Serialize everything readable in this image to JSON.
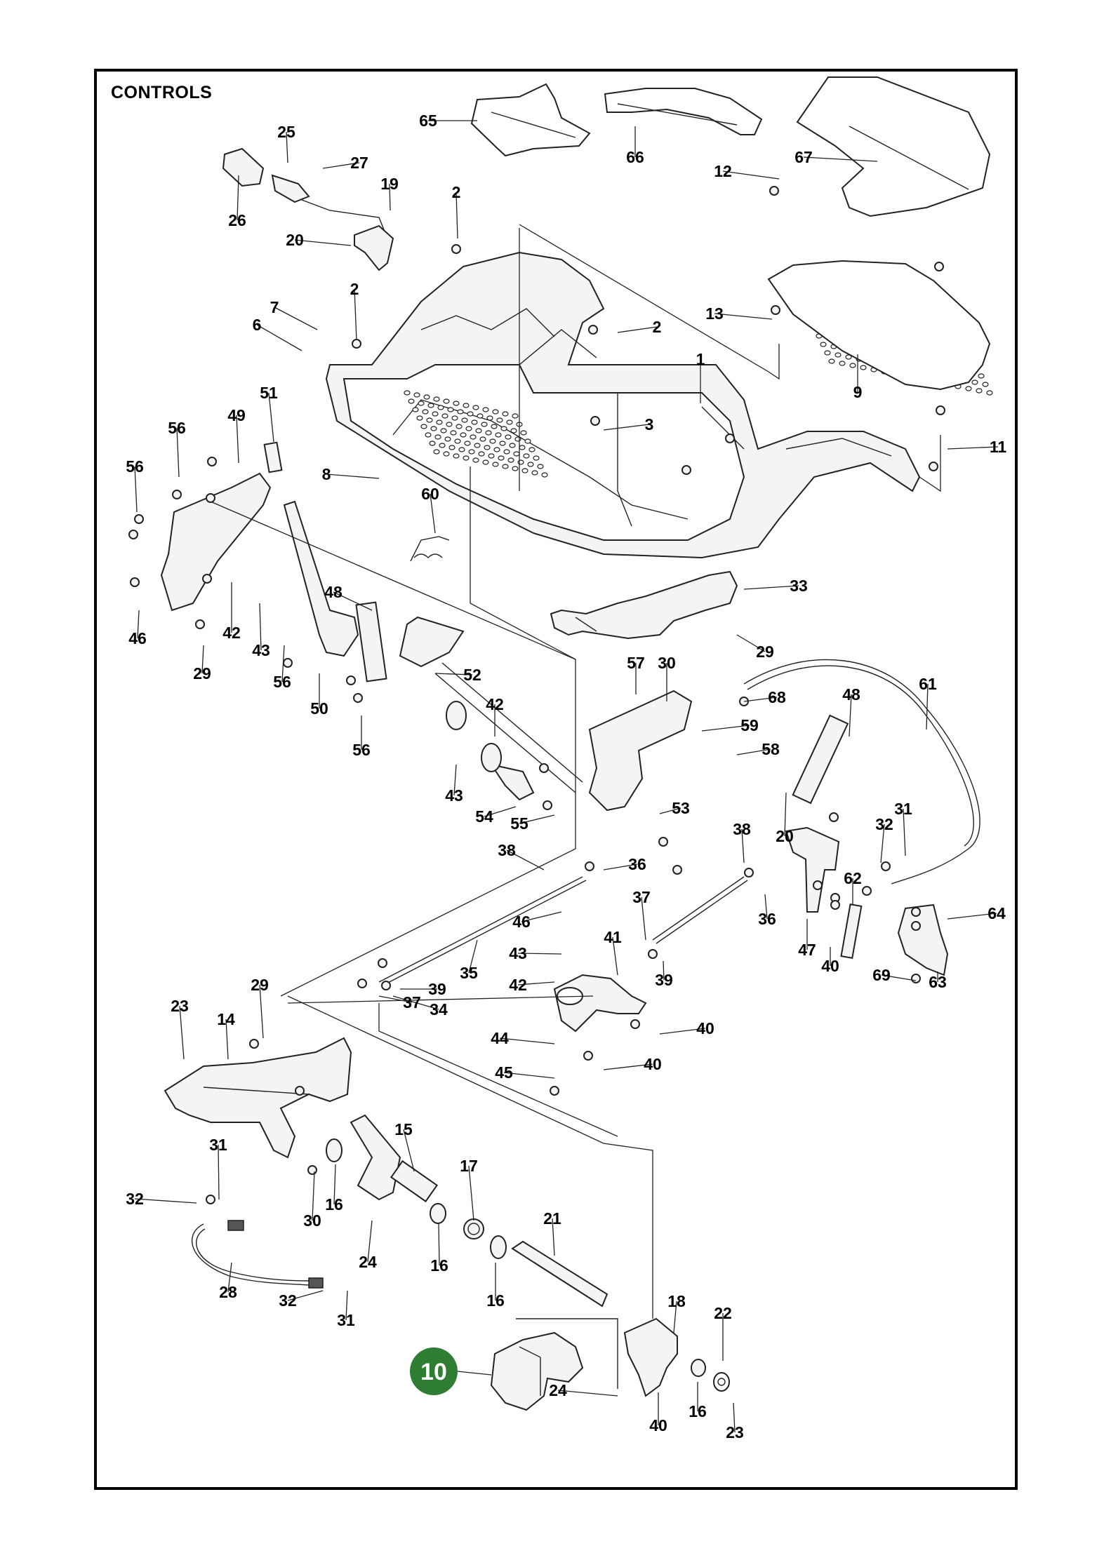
{
  "title": "CONTROLS",
  "badge": {
    "label": "10",
    "color": "#2e7d32"
  },
  "labels": [
    "65",
    "66",
    "67",
    "25",
    "27",
    "19",
    "26",
    "20",
    "2",
    "12",
    "13",
    "9",
    "2",
    "7",
    "6",
    "2",
    "1",
    "3",
    "11",
    "51",
    "56",
    "49",
    "56",
    "8",
    "60",
    "46",
    "42",
    "43",
    "29",
    "56",
    "48",
    "50",
    "52",
    "33",
    "29",
    "57",
    "30",
    "68",
    "59",
    "58",
    "42",
    "56",
    "43",
    "54",
    "55",
    "53",
    "48",
    "61",
    "20",
    "32",
    "31",
    "38",
    "38",
    "36",
    "46",
    "43",
    "42",
    "37",
    "41",
    "39",
    "36",
    "47",
    "40",
    "62",
    "64",
    "69",
    "63",
    "35",
    "34",
    "39",
    "37",
    "29",
    "40",
    "44",
    "40",
    "45",
    "23",
    "14",
    "15",
    "31",
    "32",
    "16",
    "30",
    "17",
    "24",
    "16",
    "21",
    "28",
    "32",
    "31",
    "16",
    "18",
    "22",
    "24",
    "40",
    "16",
    "23"
  ]
}
